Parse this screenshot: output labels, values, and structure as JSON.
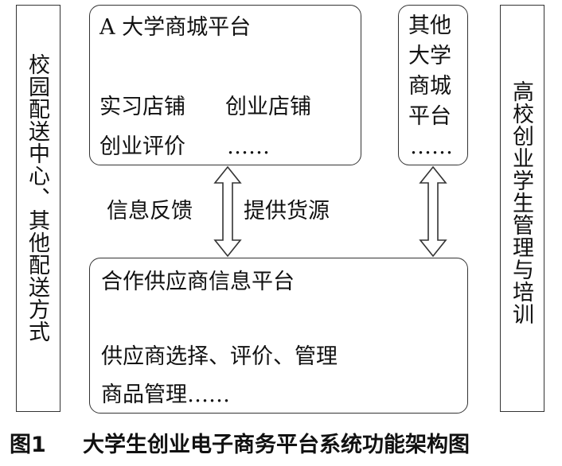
{
  "left_panel": {
    "text": "校园配送中心、其他配送方式"
  },
  "right_panel": {
    "text": "高校创业学生管理与培训"
  },
  "mall_a": {
    "title": "A 大学商城平台",
    "item_1": "实习店铺",
    "item_2": "创业店铺",
    "item_3": "创业评价",
    "item_4": "……"
  },
  "other_mall": {
    "line_1": "其他",
    "line_2": "大学",
    "line_3": "商城",
    "line_4": "平台",
    "line_5": "……"
  },
  "supplier": {
    "title": "合作供应商信息平台",
    "line_1": "供应商选择、评价、管理",
    "line_2": "商品管理……"
  },
  "arrows": {
    "label_left": "信息反馈",
    "label_right": "提供货源"
  },
  "caption": {
    "label": "图1",
    "text": "大学生创业电子商务平台系统功能架构图"
  }
}
